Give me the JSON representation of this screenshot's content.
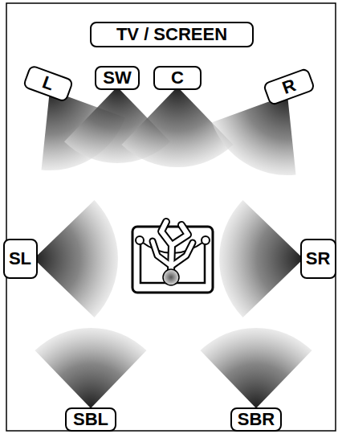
{
  "diagram": {
    "nodes": [
      {
        "text": [
          "TV / SCREEN"
        ]
      },
      {
        "text": [
          "L"
        ]
      },
      {
        "text": [
          "SW"
        ]
      },
      {
        "text": [
          "C"
        ]
      },
      {
        "text": [
          "R"
        ]
      },
      {
        "text": [
          "SL"
        ]
      },
      {
        "text": [
          "SR"
        ]
      },
      {
        "text": [
          "SBL"
        ]
      },
      {
        "text": [
          "SBR"
        ]
      }
    ]
  }
}
